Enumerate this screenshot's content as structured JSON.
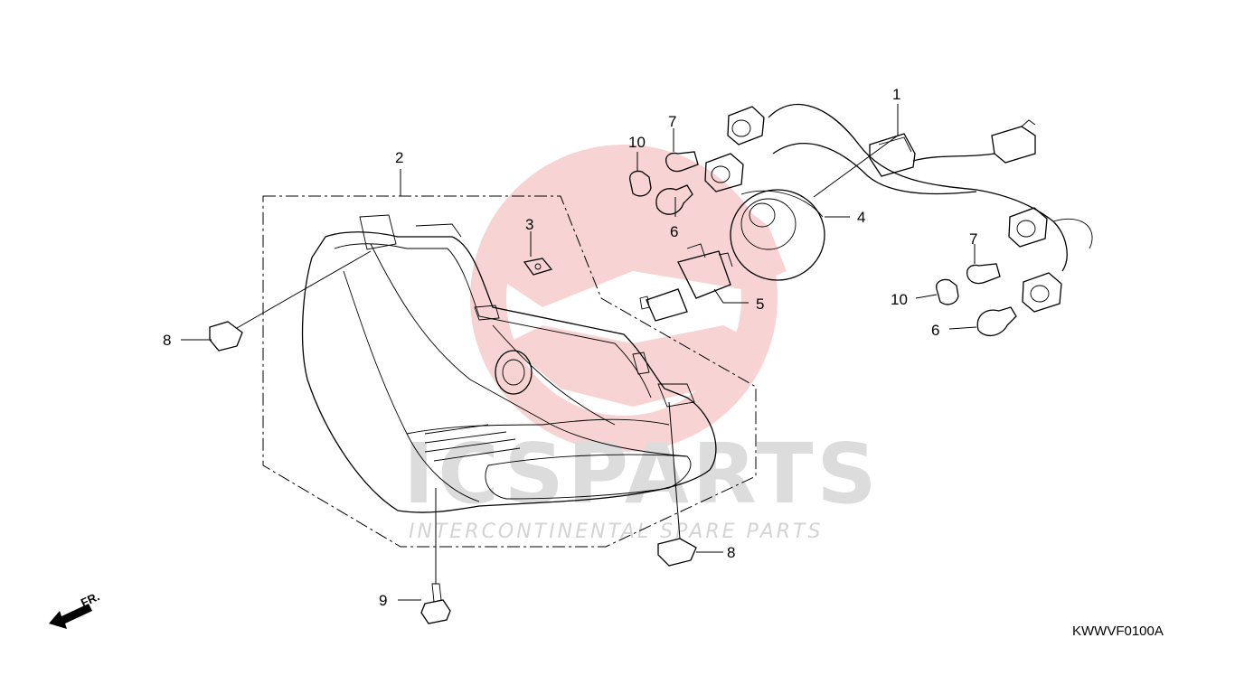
{
  "watermark": {
    "logo_text": "ICSPARTS",
    "tagline": "INTERCONTINENTAL SPARE PARTS",
    "accent_color": "#e23a3a",
    "gray_color": "#d8d8d8"
  },
  "callouts": {
    "c1": "1",
    "c2": "2",
    "c3": "3",
    "c4": "4",
    "c5": "5",
    "c6a": "6",
    "c6b": "6",
    "c7a": "7",
    "c7b": "7",
    "c8a": "8",
    "c8b": "8",
    "c9": "9",
    "c10a": "10",
    "c10b": "10"
  },
  "front_indicator": "FR.",
  "diagram_code": "KWWVF0100A"
}
